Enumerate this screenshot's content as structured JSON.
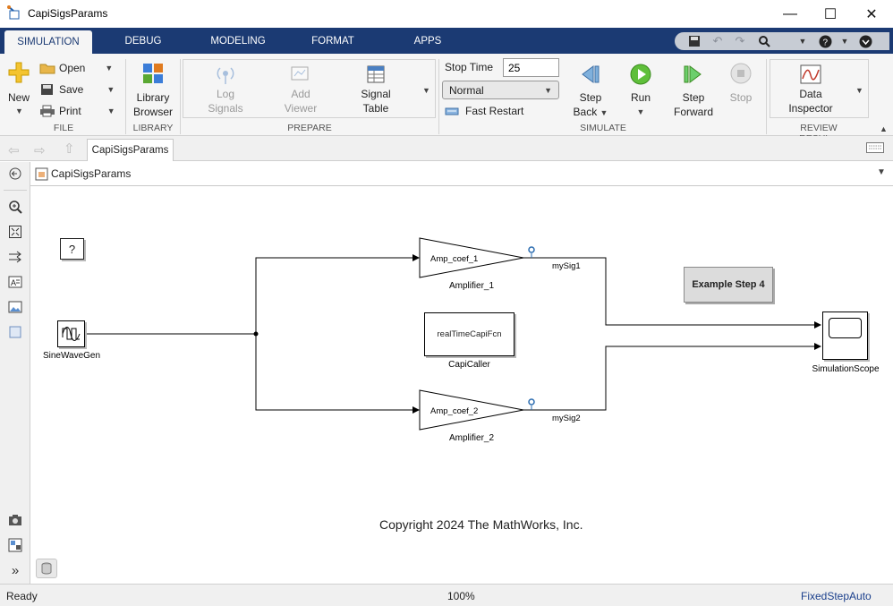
{
  "window": {
    "title": "CapiSigsParams",
    "minimize": "—",
    "maximize": "☐",
    "close": "✕"
  },
  "tabs": [
    {
      "label": "SIMULATION",
      "active": true
    },
    {
      "label": "DEBUG"
    },
    {
      "label": "MODELING"
    },
    {
      "label": "FORMAT"
    },
    {
      "label": "APPS"
    }
  ],
  "ribbon": {
    "file": {
      "new": "New",
      "open": "Open",
      "save": "Save",
      "print": "Print",
      "group": "FILE"
    },
    "library": {
      "line1": "Library",
      "line2": "Browser",
      "group": "LIBRARY"
    },
    "prepare": {
      "log_line1": "Log",
      "log_line2": "Signals",
      "add_line1": "Add",
      "add_line2": "Viewer",
      "sig_line1": "Signal",
      "sig_line2": "Table",
      "group": "PREPARE"
    },
    "simulate": {
      "stop_time_label": "Stop Time",
      "stop_time_value": "25",
      "mode": "Normal",
      "fast_restart": "Fast Restart",
      "step_back_1": "Step",
      "step_back_2": "Back",
      "run": "Run",
      "step_fwd_1": "Step",
      "step_fwd_2": "Forward",
      "stop": "Stop",
      "group": "SIMULATE"
    },
    "review": {
      "line1": "Data",
      "line2": "Inspector",
      "group": "REVIEW RESUL..."
    }
  },
  "model_tab": "CapiSigsParams",
  "breadcrumb": "CapiSigsParams",
  "diagram": {
    "help_block": "?",
    "sine_label": "SineWaveGen",
    "amp1_text": "Amp_coef_1",
    "amp1_label": "Amplifier_1",
    "amp2_text": "Amp_coef_2",
    "amp2_label": "Amplifier_2",
    "sig1": "mySig1",
    "sig2": "mySig2",
    "caller_text": "realTimeCapiFcn",
    "caller_label": "CapiCaller",
    "example_text": "Example Step 4",
    "scope_label": "SimulationScope",
    "copyright": "Copyright 2024 The MathWorks, Inc."
  },
  "status": {
    "left": "Ready",
    "zoom": "100%",
    "solver": "FixedStepAuto"
  },
  "colors": {
    "ribbon_tab": "#1b3a73",
    "solver_link": "#1a3f8c"
  }
}
